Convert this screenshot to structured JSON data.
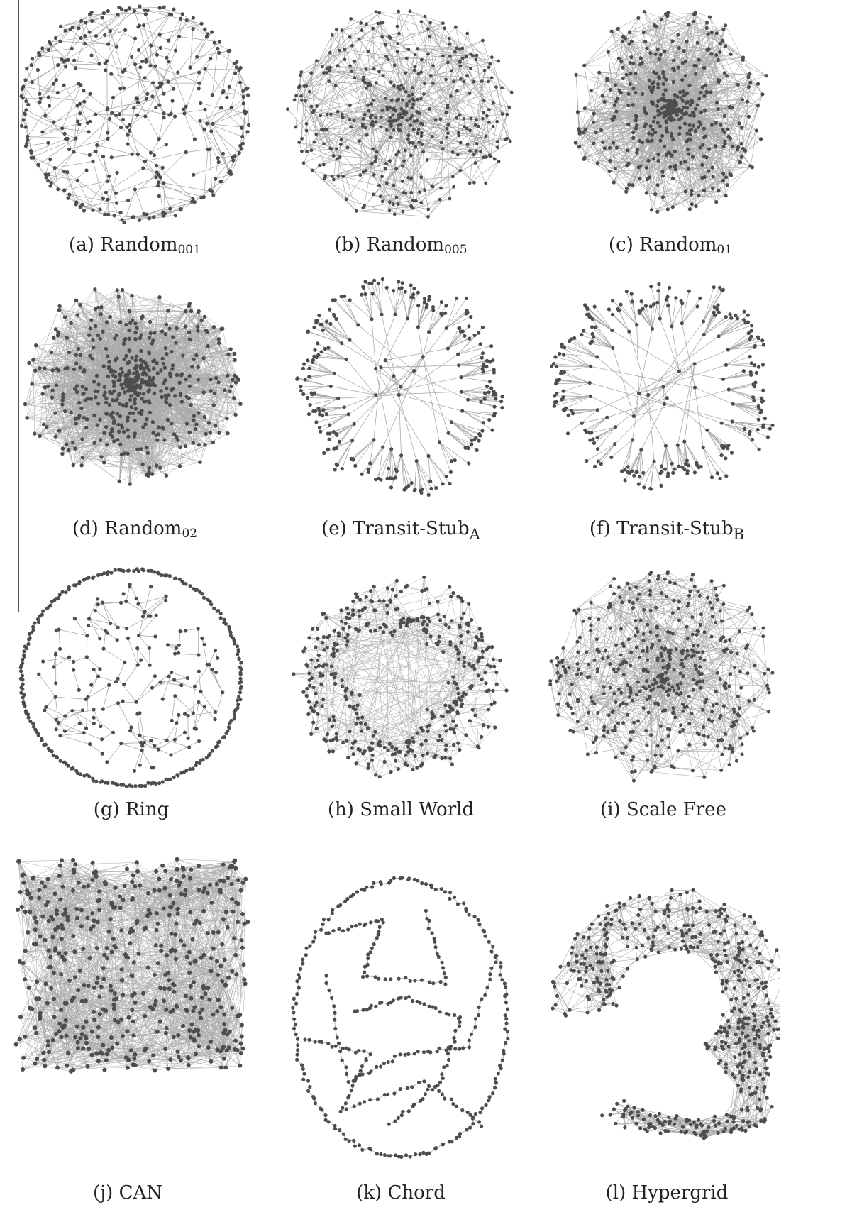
{
  "colors": {
    "edge": "#aaaaaa",
    "node": "#4d4d4d",
    "text": "#222222"
  },
  "panels": [
    {
      "label": "(a)",
      "name": "Random",
      "sub": "001",
      "topology": "ring-sparse"
    },
    {
      "label": "(b)",
      "name": "Random",
      "sub": "005",
      "topology": "random-medium"
    },
    {
      "label": "(c)",
      "name": "Random",
      "sub": "01",
      "topology": "random-dense"
    },
    {
      "label": "(d)",
      "name": "Random",
      "sub": "02",
      "topology": "random-very-dense"
    },
    {
      "label": "(e)",
      "name": "Transit-Stub",
      "sub": "A",
      "topology": "tree"
    },
    {
      "label": "(f)",
      "name": "Transit-Stub",
      "sub": "B",
      "topology": "tree"
    },
    {
      "label": "(g)",
      "name": "Ring",
      "sub": "",
      "topology": "ring"
    },
    {
      "label": "(h)",
      "name": "Small World",
      "sub": "",
      "topology": "small-world"
    },
    {
      "label": "(i)",
      "name": "Scale Free",
      "sub": "",
      "topology": "scale-free"
    },
    {
      "label": "(j)",
      "name": "CAN",
      "sub": "",
      "topology": "square"
    },
    {
      "label": "(k)",
      "name": "Chord",
      "sub": "",
      "topology": "chord"
    },
    {
      "label": "(l)",
      "name": "Hypergrid",
      "sub": "",
      "topology": "hypergrid"
    }
  ]
}
